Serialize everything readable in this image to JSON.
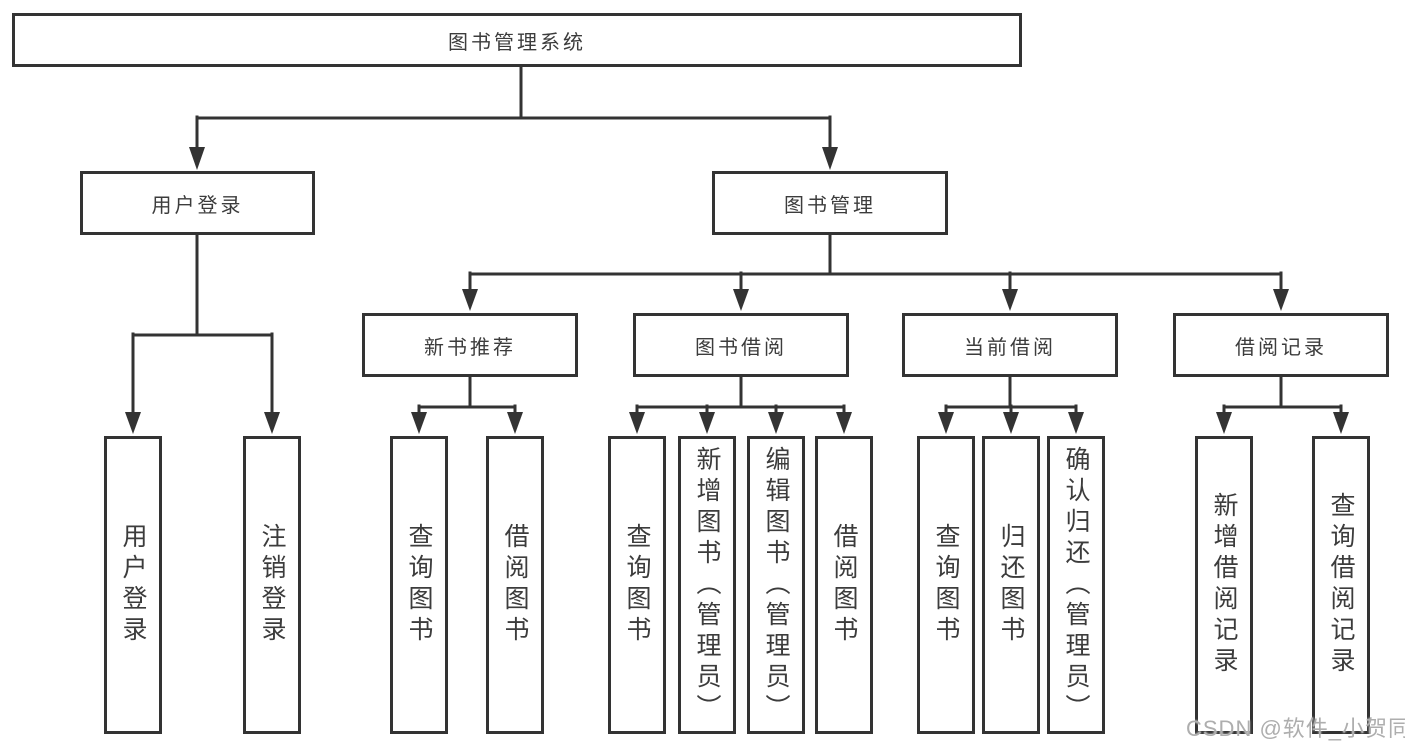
{
  "diagram": {
    "root": "图书管理系统",
    "level2": [
      "用户登录",
      "图书管理"
    ],
    "level3": [
      "新书推荐",
      "图书借阅",
      "当前借阅",
      "借阅记录"
    ],
    "leaves": {
      "user": [
        "用户登录",
        "注销登录"
      ],
      "recommend": [
        "查询图书",
        "借阅图书"
      ],
      "borrow": [
        "查询图书",
        "新增图书（管理员）",
        "编辑图书（管理员）",
        "借阅图书"
      ],
      "current": [
        "查询图书",
        "归还图书",
        "确认归还（管理员）"
      ],
      "record": [
        "新增借阅记录",
        "查询借阅记录"
      ]
    }
  },
  "watermark": "CSDN @软件_小贺同学",
  "colors": {
    "line": "#333333",
    "text": "#3c3c3c",
    "watermark": "#aeaeae",
    "background": "#ffffff"
  }
}
